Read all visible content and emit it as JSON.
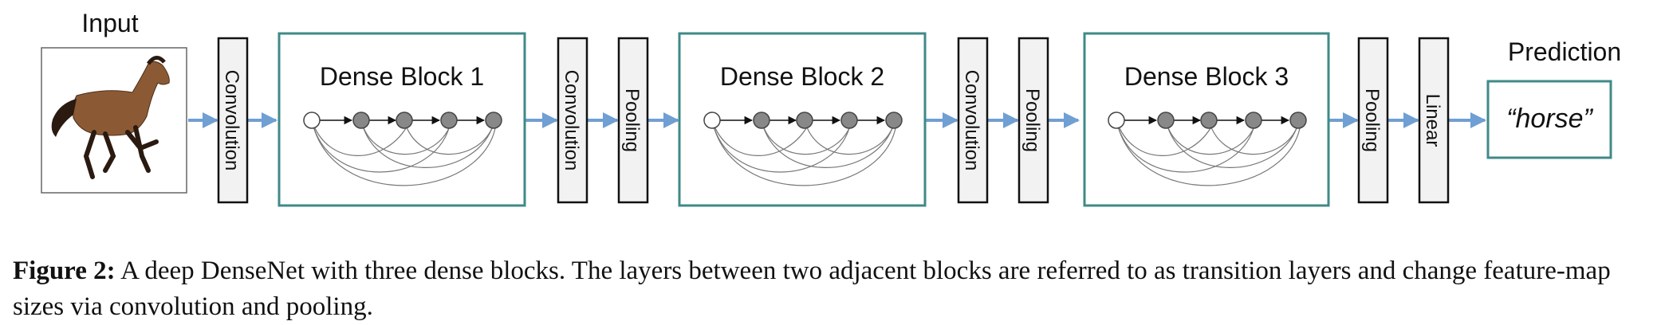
{
  "diagram": {
    "input_label": "Input",
    "prediction_label": "Prediction",
    "prediction_value": "“horse”",
    "input_image_icon": "horse-photo",
    "colors": {
      "block_border": "#3f8a87",
      "arrow": "#6f9fd3",
      "layer_fill": "#f2f2f2",
      "node_filled": "#888888",
      "node_empty": "#ffffff"
    },
    "layers": [
      {
        "id": "conv1",
        "label": "Convolution"
      },
      {
        "id": "block1",
        "label": "Dense Block 1",
        "type": "dense_block"
      },
      {
        "id": "conv2",
        "label": "Convolution"
      },
      {
        "id": "pool2",
        "label": "Pooling"
      },
      {
        "id": "block2",
        "label": "Dense Block 2",
        "type": "dense_block"
      },
      {
        "id": "conv3",
        "label": "Convolution"
      },
      {
        "id": "pool3",
        "label": "Pooling"
      },
      {
        "id": "block3",
        "label": "Dense Block 3",
        "type": "dense_block"
      },
      {
        "id": "pool4",
        "label": "Pooling"
      },
      {
        "id": "linear",
        "label": "Linear"
      }
    ]
  },
  "caption": {
    "label": "Figure 2:",
    "text": "A deep DenseNet with three dense blocks. The layers between two adjacent blocks are referred to as transition layers and change feature-map sizes via convolution and pooling."
  }
}
